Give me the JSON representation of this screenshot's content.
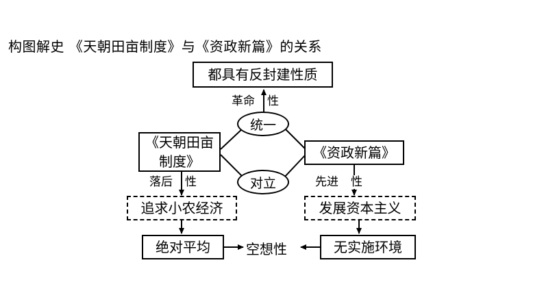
{
  "title": "构图解史  《天朝田亩制度》与《资政新篇》的关系",
  "nodes": {
    "top": "都具有反封建性质",
    "unity": "统一",
    "opposition": "对立",
    "tianchao": "《天朝田亩制度》",
    "zizheng": "《资政新篇》",
    "small_farmer": "追求小农经济",
    "capitalism": "发展资本主义",
    "egalitarian": "绝对平均",
    "no_environment": "无实施环境",
    "utopian": "空想性"
  },
  "edge_labels": {
    "revolutionary": "革命",
    "revolutionary_suffix": "性",
    "backward": "落后",
    "backward_suffix": "性",
    "advanced": "先进",
    "advanced_suffix": "性"
  }
}
